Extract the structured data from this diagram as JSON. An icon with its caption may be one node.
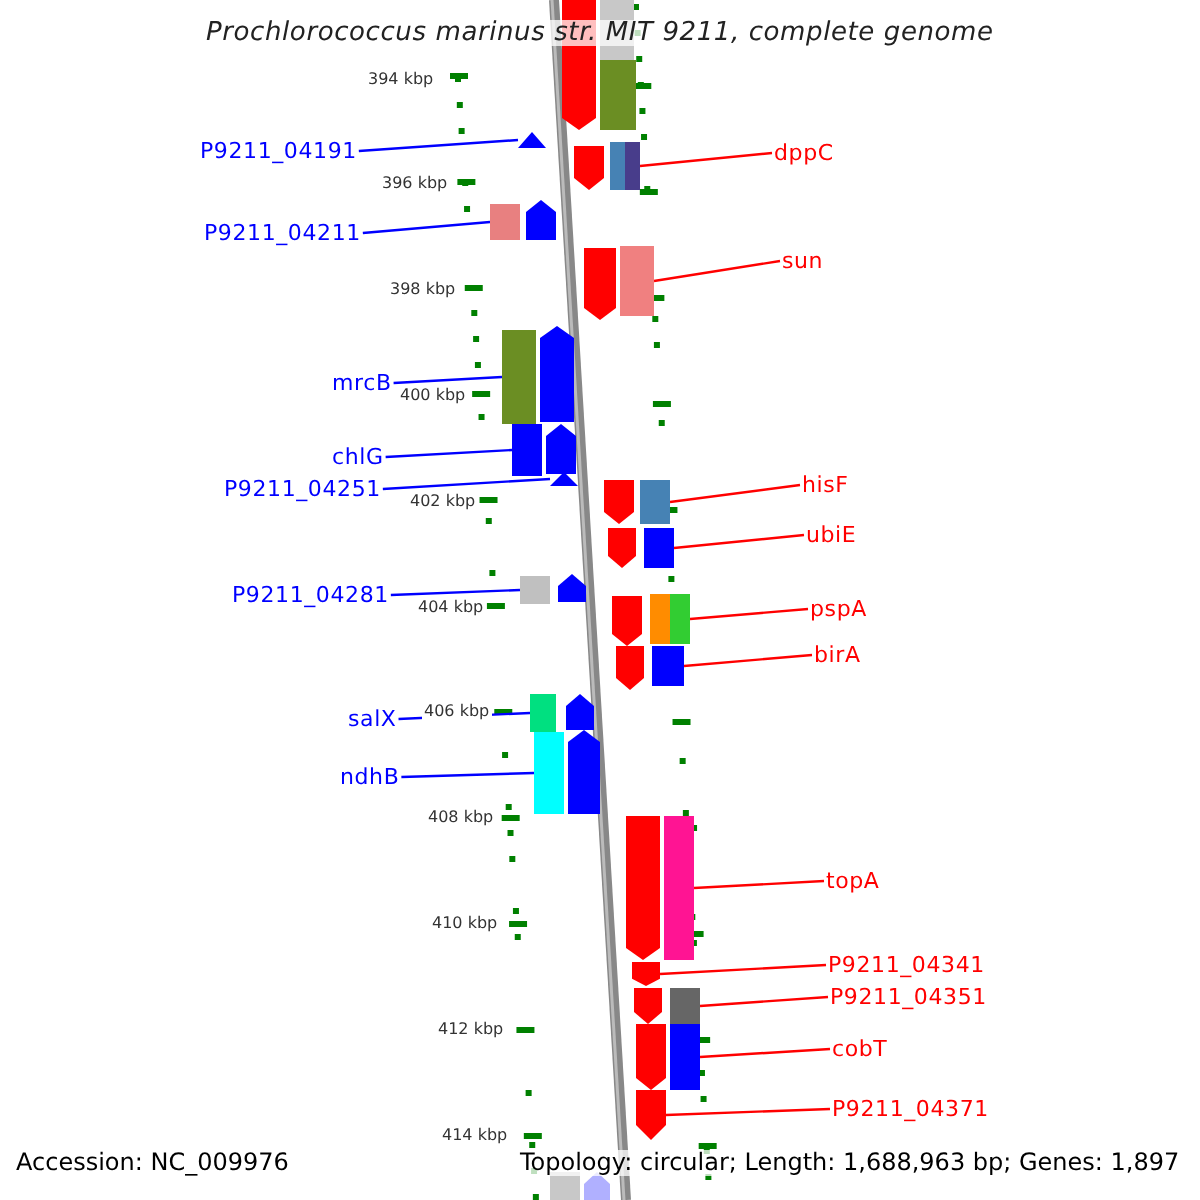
{
  "diagram": {
    "title": "Prochlorococcus marinus str. MIT 9211, complete genome",
    "nodes": [
      {
        "text": [
          "P9211_04191"
        ]
      },
      {
        "text": [
          "dppC"
        ]
      },
      {
        "text": [
          "P9211_04211"
        ]
      },
      {
        "text": [
          "sun"
        ]
      },
      {
        "text": [
          "mrcB"
        ]
      },
      {
        "text": [
          "chlG"
        ]
      },
      {
        "text": [
          "P9211_04251"
        ]
      },
      {
        "text": [
          "hisF"
        ]
      },
      {
        "text": [
          "ubiE"
        ]
      },
      {
        "text": [
          "P9211_04281"
        ]
      },
      {
        "text": [
          "pspA"
        ]
      },
      {
        "text": [
          "birA"
        ]
      },
      {
        "text": [
          "salX"
        ]
      },
      {
        "text": [
          "ndhB"
        ]
      },
      {
        "text": [
          "topA"
        ]
      },
      {
        "text": [
          "P9211_04341"
        ]
      },
      {
        "text": [
          "P9211_04351"
        ]
      },
      {
        "text": [
          "cobT"
        ]
      },
      {
        "text": [
          "P9211_04371"
        ]
      },
      {
        "text": [],
        "shape": "triangle"
      },
      {
        "text": [],
        "shape": "box"
      },
      {
        "text": [],
        "shape": "box"
      },
      {
        "text": [],
        "shape": "box"
      },
      {
        "text": [],
        "shape": "box"
      },
      {
        "text": [],
        "shape": "box"
      },
      {
        "text": [],
        "shape": "triangle"
      },
      {
        "text": [],
        "shape": "box"
      },
      {
        "text": [],
        "shape": "box"
      },
      {
        "text": [],
        "shape": "box"
      },
      {
        "text": [],
        "shape": "box"
      },
      {
        "text": [],
        "shape": "box"
      },
      {
        "text": [],
        "shape": "box"
      },
      {
        "text": [],
        "shape": "box"
      },
      {
        "text": [],
        "shape": "box"
      },
      {
        "text": [],
        "shape": "pentagon"
      },
      {
        "text": [],
        "shape": "box"
      },
      {
        "text": [],
        "shape": "box"
      },
      {
        "text": [],
        "shape": "pentagon"
      }
    ],
    "edges": [
      {
        "from": 0,
        "to": 19,
        "arrow": "none",
        "color": "#0000ff"
      },
      {
        "from": 1,
        "to": 20,
        "arrow": "none"
      },
      {
        "from": 2,
        "to": 21,
        "arrow": "none",
        "color": "#0000ff"
      },
      {
        "from": 3,
        "to": 22,
        "arrow": "none"
      },
      {
        "from": 4,
        "to": 23,
        "arrow": "none",
        "color": "#0000ff"
      },
      {
        "from": 5,
        "to": 24,
        "arrow": "none",
        "color": "#0000ff"
      },
      {
        "from": 6,
        "to": 25,
        "arrow": "none",
        "color": "#0000ff"
      },
      {
        "from": 7,
        "to": 26,
        "arrow": "none"
      },
      {
        "from": 8,
        "to": 27,
        "arrow": "none"
      },
      {
        "from": 9,
        "to": 28,
        "arrow": "none",
        "color": "#0000ff"
      },
      {
        "from": 10,
        "to": 29,
        "arrow": "none"
      },
      {
        "from": 11,
        "to": 30,
        "arrow": "none"
      },
      {
        "from": 12,
        "to": 31,
        "arrow": "none",
        "color": "#0000ff"
      },
      {
        "from": 13,
        "to": 32,
        "arrow": "none",
        "color": "#0000ff"
      },
      {
        "from": 14,
        "to": 33,
        "arrow": "none"
      },
      {
        "from": 15,
        "to": 34,
        "arrow": "none"
      },
      {
        "from": 16,
        "to": 35,
        "arrow": "none"
      },
      {
        "from": 17,
        "to": 36,
        "arrow": "none"
      },
      {
        "from": 18,
        "to": 37,
        "arrow": "none"
      }
    ],
    "labels": [
      "394 kbp",
      "396 kbp",
      "398 kbp",
      "400 kbp",
      "402 kbp",
      "404 kbp",
      "406 kbp",
      "408 kbp",
      "410 kbp",
      "412 kbp",
      "414 kbp",
      "Accession: NC_009976",
      "Topology: circular; Length: 1,688,963 bp; Genes: 1,897"
    ]
  }
}
